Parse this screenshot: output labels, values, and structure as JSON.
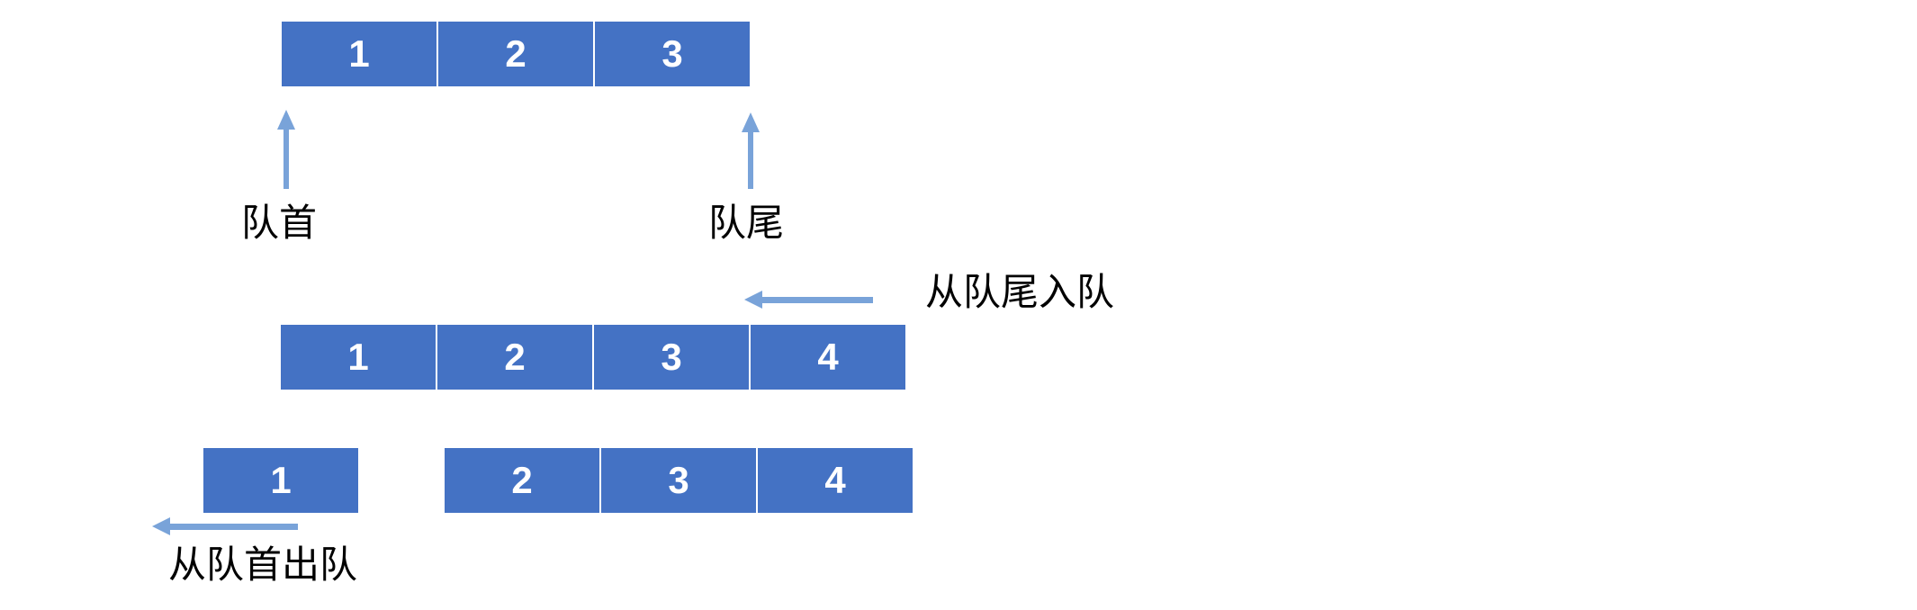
{
  "colors": {
    "background": "#ffffff",
    "cell_fill": "#4472C4",
    "cell_text": "#ffffff",
    "arrow": "#79A3D9",
    "label_text": "#000000"
  },
  "icons": {
    "front_pointer": "up-arrow",
    "rear_pointer": "up-arrow",
    "enqueue_direction": "left-arrow",
    "dequeue_direction": "left-arrow"
  },
  "diagram": {
    "initial_queue": {
      "cells": [
        "1",
        "2",
        "3"
      ]
    },
    "front_label": "队首",
    "rear_label": "队尾",
    "enqueue_label": "从队尾入队",
    "enqueued_queue": {
      "cells": [
        "1",
        "2",
        "3",
        "4"
      ]
    },
    "dequeued_element": "1",
    "remaining_queue": {
      "cells": [
        "2",
        "3",
        "4"
      ]
    },
    "dequeue_label": "从队首出队"
  }
}
